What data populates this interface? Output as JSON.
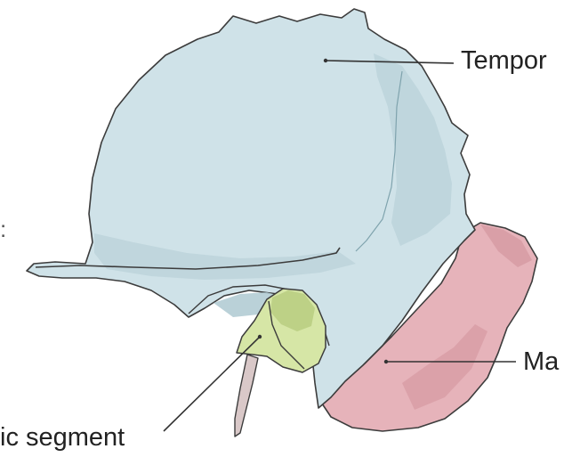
{
  "labels": {
    "squamous": "Tempor",
    "mastoid": "Ma",
    "tympanic": "ic segment",
    "left_edge_fragment": ":"
  },
  "colors": {
    "squamous_fill": "#cfe2e8",
    "squamous_shadow": "#b9d2d9",
    "mastoid_fill": "#e6b3ba",
    "mastoid_shadow": "#d69aa3",
    "tympanic_fill": "#d6e6a6",
    "tympanic_shadow": "#b8cd80",
    "outline": "#3c3c3c",
    "leader_line": "#333333"
  }
}
